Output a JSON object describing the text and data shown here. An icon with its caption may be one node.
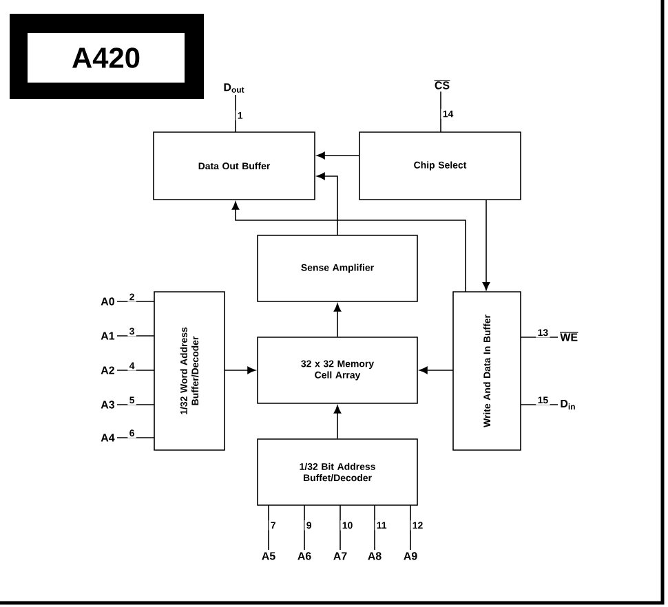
{
  "diagram": {
    "nodes": [
      {
        "text": [
          "Data Out Buffer"
        ]
      },
      {
        "text": [
          "Chip Select"
        ]
      },
      {
        "text": [
          "Sense Amplifier"
        ]
      },
      {
        "text": [
          "1/32 Word Address Buffer/Decoder"
        ]
      },
      {
        "text": [
          "32 x 32 Memory Cell Array"
        ]
      },
      {
        "text": [
          "Write And Data In Buffer"
        ]
      },
      {
        "text": [
          "1/32 Bit Address Buffet/Decoder"
        ]
      },
      {
        "text": [
          "D$_{out}$"
        ]
      },
      {
        "text": [
          "CS"
        ]
      },
      {
        "text": [
          "A0"
        ]
      },
      {
        "text": [
          "A1"
        ]
      },
      {
        "text": [
          "A2"
        ]
      },
      {
        "text": [
          "A3"
        ]
      },
      {
        "text": [
          "A4"
        ]
      },
      {
        "text": [
          "WE"
        ]
      },
      {
        "text": [
          "D$_{in}$"
        ]
      },
      {
        "text": [
          "A5"
        ]
      },
      {
        "text": [
          "A6"
        ]
      },
      {
        "text": [
          "A7"
        ]
      },
      {
        "text": [
          "A8"
        ]
      },
      {
        "text": [
          "A9"
        ]
      }
    ],
    "edges": [
      {
        "from": 1,
        "to": 0,
        "arrow": "to"
      },
      {
        "from": 2,
        "to": 0,
        "arrow": "to"
      },
      {
        "from": 5,
        "to": 0,
        "arrow": "to"
      },
      {
        "from": 1,
        "to": 5,
        "arrow": "to"
      },
      {
        "from": 4,
        "to": 2,
        "arrow": "to"
      },
      {
        "from": 3,
        "to": 4,
        "arrow": "to"
      },
      {
        "from": 5,
        "to": 4,
        "arrow": "to"
      },
      {
        "from": 6,
        "to": 4,
        "arrow": "to"
      },
      {
        "from": 0,
        "to": 7,
        "arrow": "none",
        "label": "1"
      },
      {
        "from": 1,
        "to": 8,
        "arrow": "none",
        "label": "14"
      },
      {
        "from": 3,
        "to": 9,
        "arrow": "none",
        "label": "2"
      },
      {
        "from": 3,
        "to": 10,
        "arrow": "none",
        "label": "3"
      },
      {
        "from": 3,
        "to": 11,
        "arrow": "none",
        "label": "4"
      },
      {
        "from": 3,
        "to": 12,
        "arrow": "none",
        "label": "5"
      },
      {
        "from": 3,
        "to": 13,
        "arrow": "none",
        "label": "6"
      },
      {
        "from": 5,
        "to": 14,
        "arrow": "none",
        "label": "13"
      },
      {
        "from": 5,
        "to": 15,
        "arrow": "none",
        "label": "15"
      },
      {
        "from": 6,
        "to": 16,
        "arrow": "none",
        "label": "7"
      },
      {
        "from": 6,
        "to": 17,
        "arrow": "none",
        "label": "9"
      },
      {
        "from": 6,
        "to": 18,
        "arrow": "none",
        "label": "10"
      },
      {
        "from": 6,
        "to": 19,
        "arrow": "none",
        "label": "11"
      },
      {
        "from": 6,
        "to": 20,
        "arrow": "none",
        "label": "12"
      }
    ],
    "labels": [
      "A420"
    ]
  }
}
